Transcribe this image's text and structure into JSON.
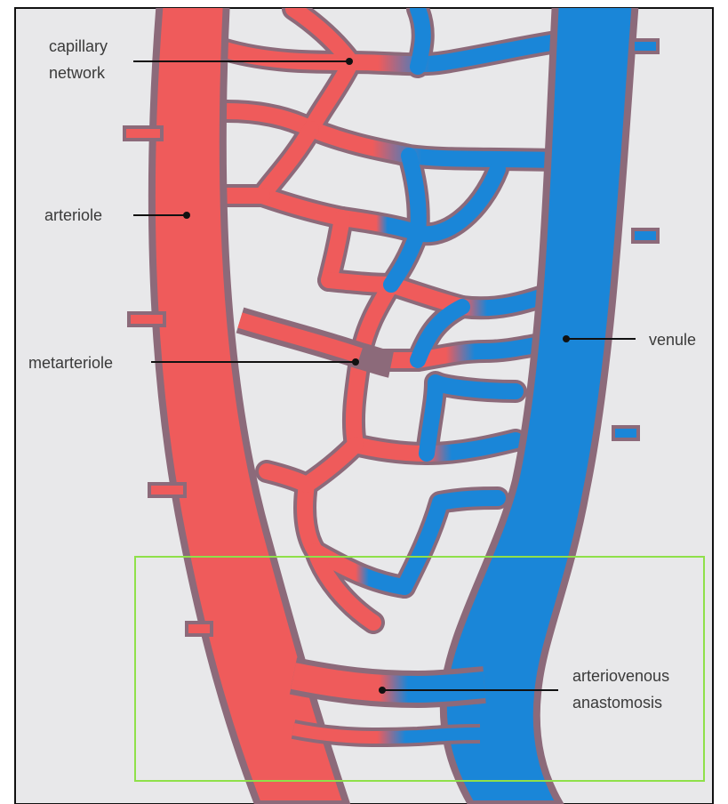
{
  "labels": {
    "capillary_network_line1": "capillary",
    "capillary_network_line2": "network",
    "arteriole": "arteriole",
    "metarteriole": "metarteriole",
    "venule": "venule",
    "anastomosis_line1": "arteriovenous",
    "anastomosis_line2": "anastomosis"
  },
  "colors": {
    "background": "#e8e8ea",
    "frame": "#111111",
    "arteriole": "#ef5b5b",
    "venule": "#1a86d8",
    "vessel_wall": "#8c6a7a",
    "highlight_box": "#8fe04a",
    "leader_line": "#111111"
  }
}
